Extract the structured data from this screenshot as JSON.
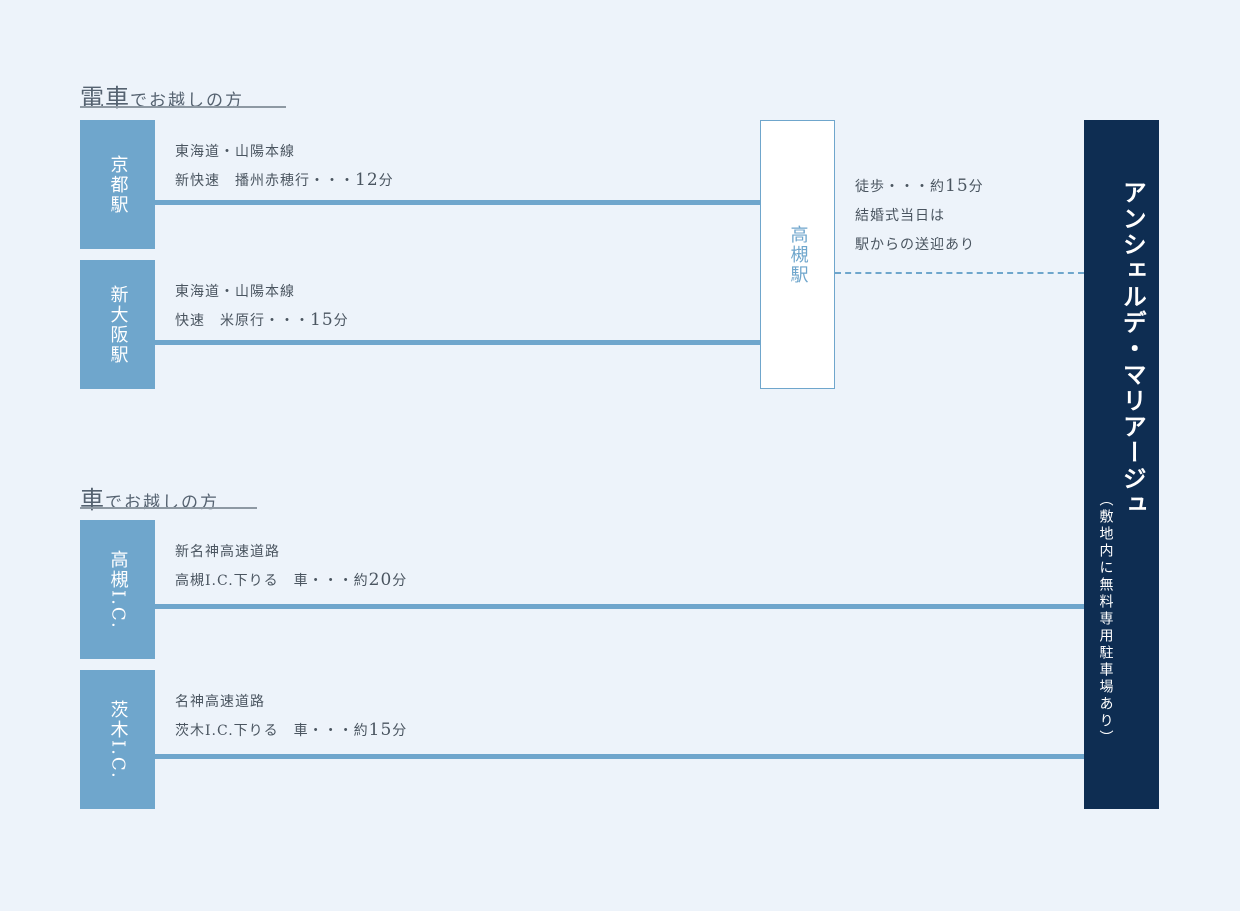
{
  "train": {
    "heading_main": "電車",
    "heading_sub": "でお越しの方",
    "routes": [
      {
        "station": "京都駅",
        "line": "東海道・山陽本線",
        "detail": "新快速　播州赤穂行・・・",
        "minutes": "12",
        "unit": "分"
      },
      {
        "station": "新大阪駅",
        "line": "東海道・山陽本線",
        "detail": "快速　米原行・・・",
        "minutes": "15",
        "unit": "分"
      }
    ],
    "hub": "高槻駅",
    "walk": {
      "line1_prefix": "徒歩・・・約",
      "line1_minutes": "15",
      "line1_unit": "分",
      "line2": "結婚式当日は",
      "line3": "駅からの送迎あり"
    }
  },
  "car": {
    "heading_main": "車",
    "heading_sub": "でお越しの方",
    "routes": [
      {
        "station": "高槻I.C.",
        "road": "新名神高速道路",
        "detail": "高槻I.C.下りる　車・・・約",
        "minutes": "20",
        "unit": "分"
      },
      {
        "station": "茨木I.C.",
        "road": "名神高速道路",
        "detail": "茨木I.C.下りる　車・・・約",
        "minutes": "15",
        "unit": "分"
      }
    ]
  },
  "venue": {
    "name": "アンシェルデ・マリアージュ",
    "note": "（敷地内に無料専用駐車場あり）"
  },
  "colors": {
    "background": "#edf3fa",
    "accent": "#6fa6cc",
    "venue": "#0e2d52"
  }
}
